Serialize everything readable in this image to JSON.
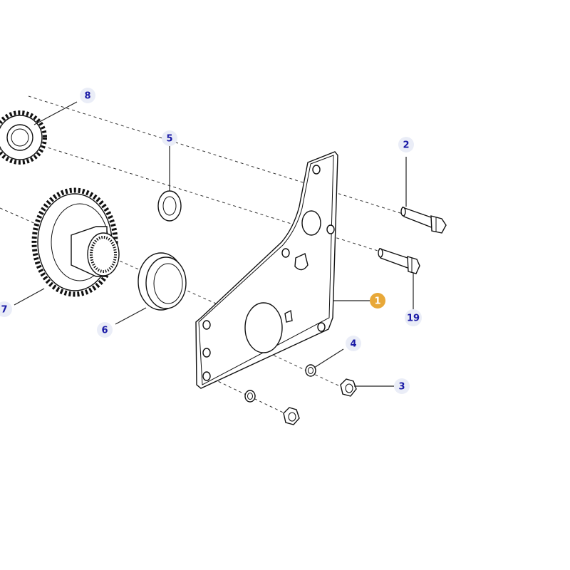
{
  "colors": {
    "callout_text": "#1a1aa6",
    "callout_bg": "#eaedf7",
    "highlight_text": "#ffffff",
    "highlight_bg": "#e8a838",
    "line": "#222222"
  },
  "callouts": [
    {
      "id": "c8",
      "label": "8"
    },
    {
      "id": "c5",
      "label": "5"
    },
    {
      "id": "c2",
      "label": "2"
    },
    {
      "id": "c1",
      "label": "1",
      "highlighted": true
    },
    {
      "id": "c19",
      "label": "19"
    },
    {
      "id": "c4",
      "label": "4"
    },
    {
      "id": "c3",
      "label": "3"
    },
    {
      "id": "c6",
      "label": "6"
    },
    {
      "id": "c7",
      "label": "7"
    }
  ],
  "parts": [
    {
      "name": "small-gear-icon"
    },
    {
      "name": "large-gear-icon"
    },
    {
      "name": "washer-icon"
    },
    {
      "name": "seal-ring-icon"
    },
    {
      "name": "bracket-plate-icon"
    },
    {
      "name": "bolt-icon"
    },
    {
      "name": "nut-icon"
    },
    {
      "name": "lock-washer-icon"
    }
  ]
}
